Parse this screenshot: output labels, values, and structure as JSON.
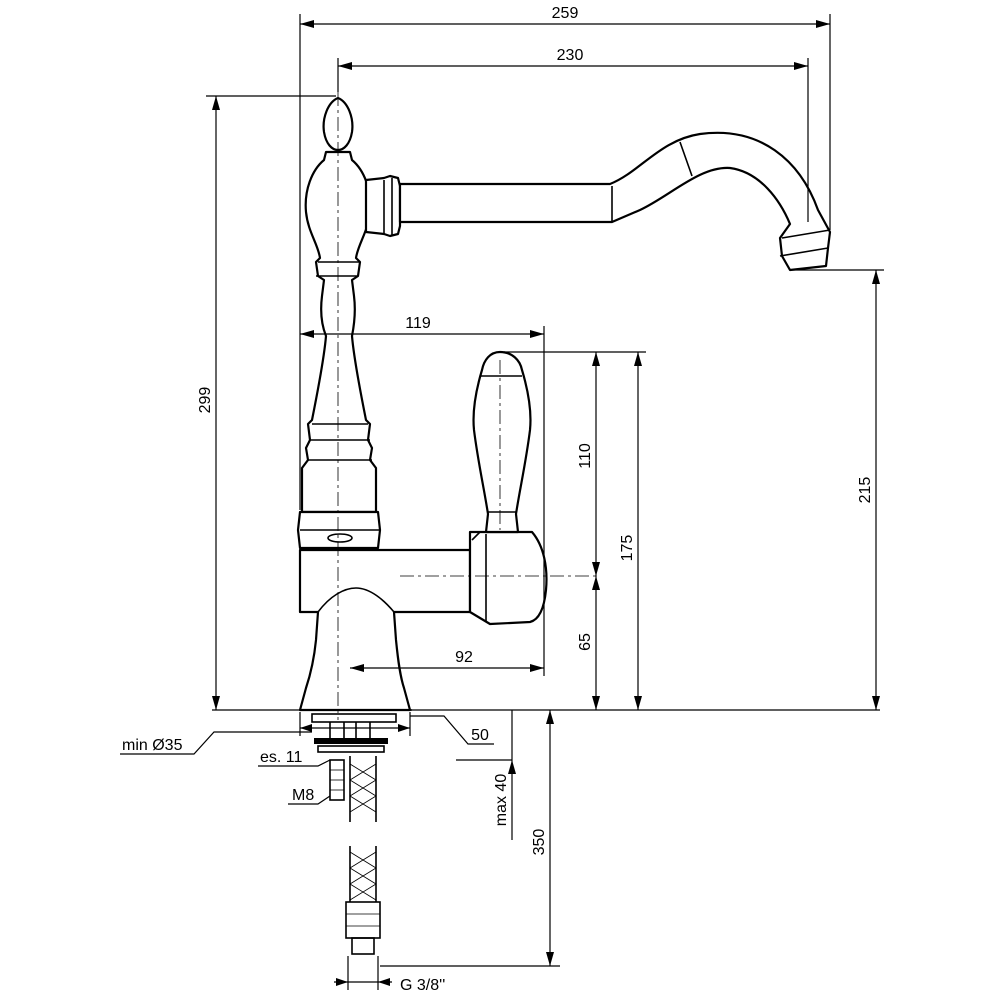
{
  "dimensions": {
    "overall_width": "259",
    "spout_reach": "230",
    "body_to_handle": "119",
    "total_height": "299",
    "spout_height": "215",
    "handle_top_height": "175",
    "handle_length": "110",
    "lever_axis_height": "65",
    "lever_offset": "92",
    "base_diameter": "50",
    "max_deck_thickness": "max 40",
    "hose_length": "350"
  },
  "labels": {
    "hole_diameter": "min Ø35",
    "wrench_size": "es. 11",
    "stud_thread": "M8",
    "hose_connection": "G 3/8''"
  }
}
